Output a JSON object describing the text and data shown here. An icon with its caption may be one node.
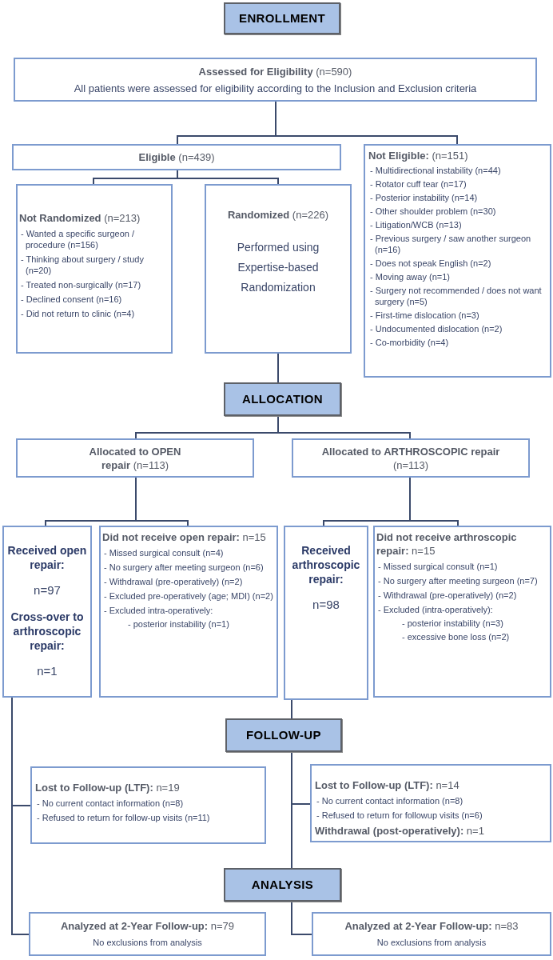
{
  "diagram": {
    "nodes": [
      {
        "text": [
          "ENROLLMENT"
        ]
      },
      {
        "text": [
          "**Assessed for Eligibility** (n=590)",
          "All patients were assessed for eligibility according to the Inclusion and Exclusion criteria"
        ]
      },
      {
        "text": [
          "**Eligible** (n=439)"
        ]
      },
      {
        "text": [
          "**Not Eligible:** (n=151)",
          "- Multidirectional instability (n=44)",
          "- Rotator cuff tear (n=17)",
          "- Posterior instability (n=14)",
          "- Other shoulder problem (n=30)",
          "- Litigation/WCB (n=13)",
          "- Previous surgery / saw another surgeon (n=16)",
          "- Does not speak English (n=2)",
          "- Moving away (n=1)",
          "- Surgery not recommended / does not want surgery (n=5)",
          "- First-time dislocation (n=3)",
          "- Undocumented dislocation (n=2)",
          "- Co-morbidity (n=4)"
        ]
      },
      {
        "text": [
          "**Not Randomized** (n=213)",
          "- Wanted a specific surgeon / procedure (n=156)",
          "- Thinking about surgery / study (n=20)",
          "- Treated non-surgically (n=17)",
          "- Declined consent (n=16)",
          "- Did not return to clinic (n=4)"
        ]
      },
      {
        "text": [
          "**Randomized** (n=226)",
          "Performed using Expertise-based Randomization"
        ]
      },
      {
        "text": [
          "ALLOCATION"
        ]
      },
      {
        "text": [
          "**Allocated to OPEN repair** (n=113)"
        ]
      },
      {
        "text": [
          "**Allocated to ARTHROSCOPIC repair** (n=113)"
        ]
      },
      {
        "text": [
          "Received open repair:",
          "n=97",
          "Cross-over to arthroscopic repair:",
          "n=1"
        ]
      },
      {
        "text": [
          "**Did not receive open repair:** n=15",
          "- Missed surgical consult (n=4)",
          "- No surgery after meeting surgeon (n=6)",
          "- Withdrawal (pre-operatively) (n=2)",
          "- Excluded pre-operatively (age; MDI) (n=2)",
          "- Excluded intra-operatively:",
          "- posterior instability (n=1)"
        ]
      },
      {
        "text": [
          "Received arthroscopic repair:",
          "n=98"
        ]
      },
      {
        "text": [
          "**Did not receive arthroscopic repair:** n=15",
          "- Missed surgical consult (n=1)",
          "- No surgery after meeting surgeon (n=7)",
          "- Withdrawal (pre-operatively) (n=2)",
          "- Excluded (intra-operatively):",
          "- posterior instability (n=3)",
          "- excessive bone loss (n=2)"
        ]
      },
      {
        "text": [
          "FOLLOW-UP"
        ]
      },
      {
        "text": [
          "**Lost to Follow-up (LTF):** n=19",
          "- No current contact information (n=8)",
          "- Refused to return for follow-up visits (n=11)"
        ]
      },
      {
        "text": [
          "**Lost to Follow-up (LTF):** n=14",
          "- No current contact information (n=8)",
          "- Refused to return for followup visits (n=6)",
          "**Withdrawal (post-operatively):** n=1"
        ]
      },
      {
        "text": [
          "ANALYSIS"
        ]
      },
      {
        "text": [
          "**Analyzed at 2-Year Follow-up:** n=79",
          "No exclusions from analysis"
        ]
      },
      {
        "text": [
          "**Analyzed at 2-Year Follow-up:** n=83",
          "No exclusions from analysis"
        ]
      }
    ],
    "edges": [
      {
        "from": 1,
        "to": 2,
        "arrow": "none"
      },
      {
        "from": 1,
        "to": 3,
        "arrow": "none"
      },
      {
        "from": 2,
        "to": 4,
        "arrow": "none"
      },
      {
        "from": 2,
        "to": 5,
        "arrow": "none"
      },
      {
        "from": 5,
        "to": 6,
        "arrow": "none"
      },
      {
        "from": 6,
        "to": 7,
        "arrow": "none"
      },
      {
        "from": 6,
        "to": 8,
        "arrow": "none"
      },
      {
        "from": 7,
        "to": 9,
        "arrow": "none"
      },
      {
        "from": 7,
        "to": 10,
        "arrow": "none"
      },
      {
        "from": 8,
        "to": 11,
        "arrow": "none"
      },
      {
        "from": 8,
        "to": 12,
        "arrow": "none"
      },
      {
        "from": 11,
        "to": 13,
        "arrow": "none"
      },
      {
        "from": 13,
        "to": 15,
        "arrow": "none"
      },
      {
        "from": 13,
        "to": 16,
        "arrow": "none"
      },
      {
        "from": 16,
        "to": 18,
        "arrow": "none"
      },
      {
        "from": 9,
        "to": 14,
        "arrow": "none"
      },
      {
        "from": 9,
        "to": 17,
        "arrow": "none"
      }
    ]
  }
}
